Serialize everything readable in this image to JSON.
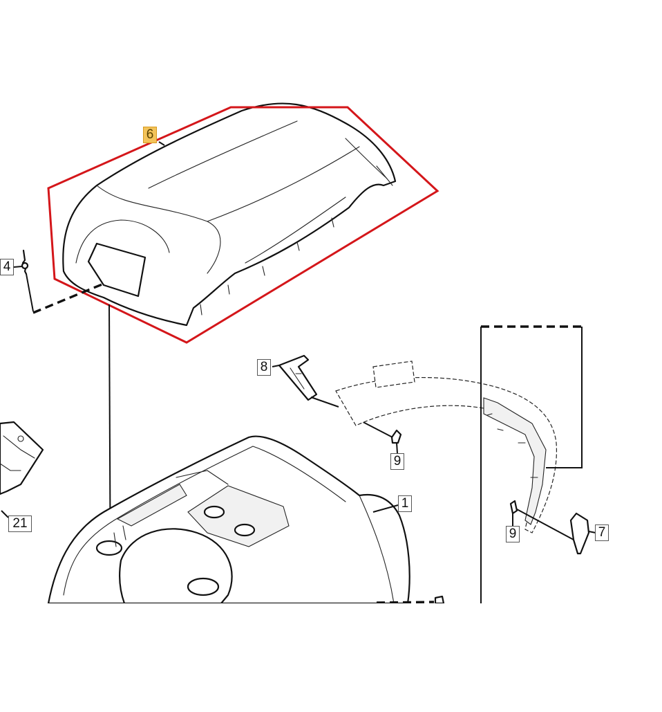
{
  "diagram": {
    "callouts": [
      {
        "id": "6",
        "label": "6",
        "selected": true
      },
      {
        "id": "4",
        "label": "4",
        "selected": false
      },
      {
        "id": "8",
        "label": "8",
        "selected": false
      },
      {
        "id": "9a",
        "label": "9",
        "selected": false
      },
      {
        "id": "1",
        "label": "1",
        "selected": false
      },
      {
        "id": "21",
        "label": "21",
        "selected": false
      },
      {
        "id": "9b",
        "label": "9",
        "selected": false
      },
      {
        "id": "7",
        "label": "7",
        "selected": false
      }
    ],
    "highlight_color": "#d4161a",
    "selected_badge_color": "#f3c35a"
  }
}
